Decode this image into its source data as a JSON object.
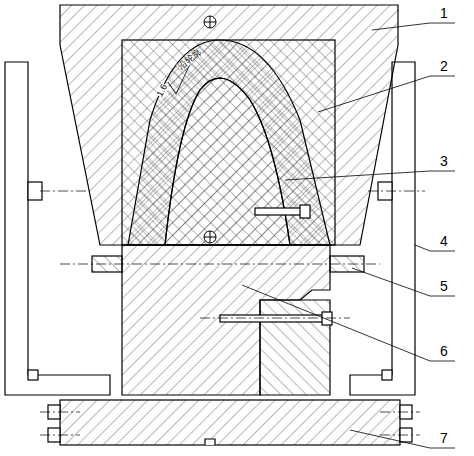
{
  "diagram": {
    "labels": [
      "1",
      "2",
      "3",
      "4",
      "5",
      "6",
      "7",
      "1.6",
      "沿轮廓"
    ]
  }
}
